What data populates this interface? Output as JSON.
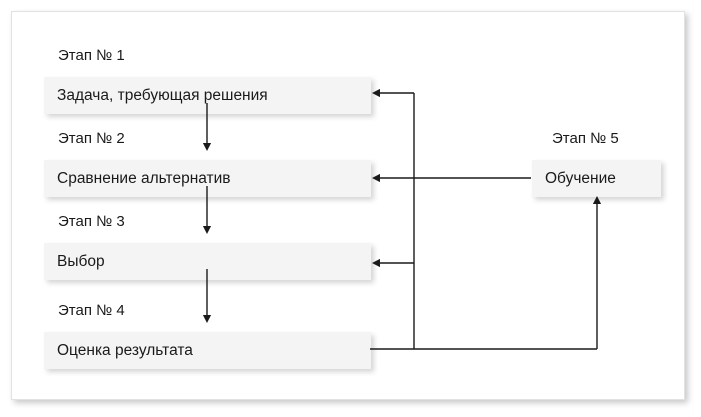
{
  "diagram": {
    "title_present": false,
    "background_color": "#ffffff",
    "panel_color": "#ffffff",
    "box_fill": "#f4f4f4",
    "text_color": "#1a1a1a",
    "line_color": "#1a1a1a",
    "stages": [
      {
        "label": "Этап № 1",
        "box": "Задача, требующая решения"
      },
      {
        "label": "Этап № 2",
        "box": "Сравнение альтернатив"
      },
      {
        "label": "Этап № 3",
        "box": "Выбор"
      },
      {
        "label": "Этап № 4",
        "box": "Оценка результата"
      },
      {
        "label": "Этап № 5",
        "box": "Обучение"
      }
    ],
    "flow": {
      "forward_arrows": [
        {
          "from": "Задача, требующая решения",
          "to": "Сравнение альтернатив"
        },
        {
          "from": "Сравнение альтернатив",
          "to": "Выбор"
        },
        {
          "from": "Выбор",
          "to": "Оценка результата"
        }
      ],
      "feedback_arrows": [
        {
          "from": "Обучение",
          "to": "Задача, требующая решения"
        },
        {
          "from": "Обучение",
          "to": "Сравнение альтернатив"
        },
        {
          "from": "Обучение",
          "to": "Выбор"
        },
        {
          "from": "Оценка результата",
          "to": "Обучение"
        }
      ]
    }
  }
}
